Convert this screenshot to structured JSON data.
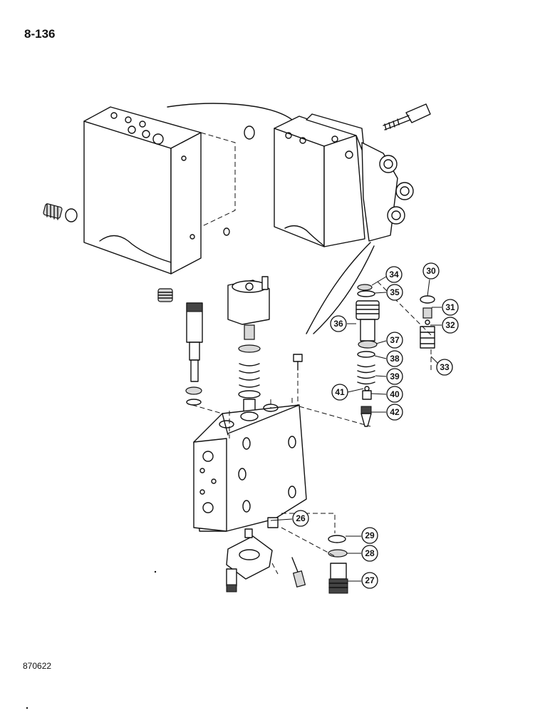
{
  "page_number": "8-136",
  "figure_code": "870622",
  "callouts": [
    "26",
    "27",
    "28",
    "29",
    "30",
    "31",
    "32",
    "33",
    "34",
    "35",
    "36",
    "37",
    "38",
    "39",
    "40",
    "41",
    "42"
  ]
}
